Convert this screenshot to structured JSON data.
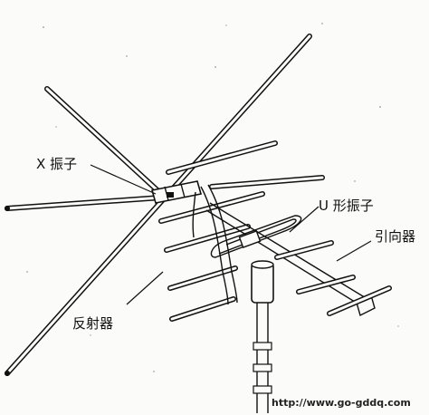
{
  "labels": {
    "x_dipole": "X 振子",
    "u_dipole": "U 形振子",
    "director": "引向器",
    "reflector": "反射器"
  },
  "watermark": "http://www.go-gddq.com"
}
